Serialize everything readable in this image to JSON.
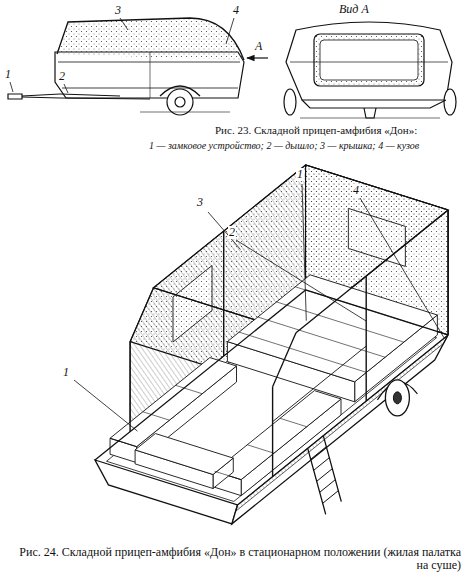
{
  "diagram": {
    "labels": [
      "3",
      "4",
      "А",
      "1",
      "2",
      "Вид А",
      "Рис. 23. Складной прицеп-амфибия «Дон»:",
      "1 — замковое устройство; 2 — дышло; 3 — крышка; 4 — кузов",
      "3",
      "1",
      "4",
      "2",
      "1",
      "Рис. 24. Складной прицеп-амфибия «Дон» в стационарном положении (жилая палатка на суше)"
    ]
  }
}
